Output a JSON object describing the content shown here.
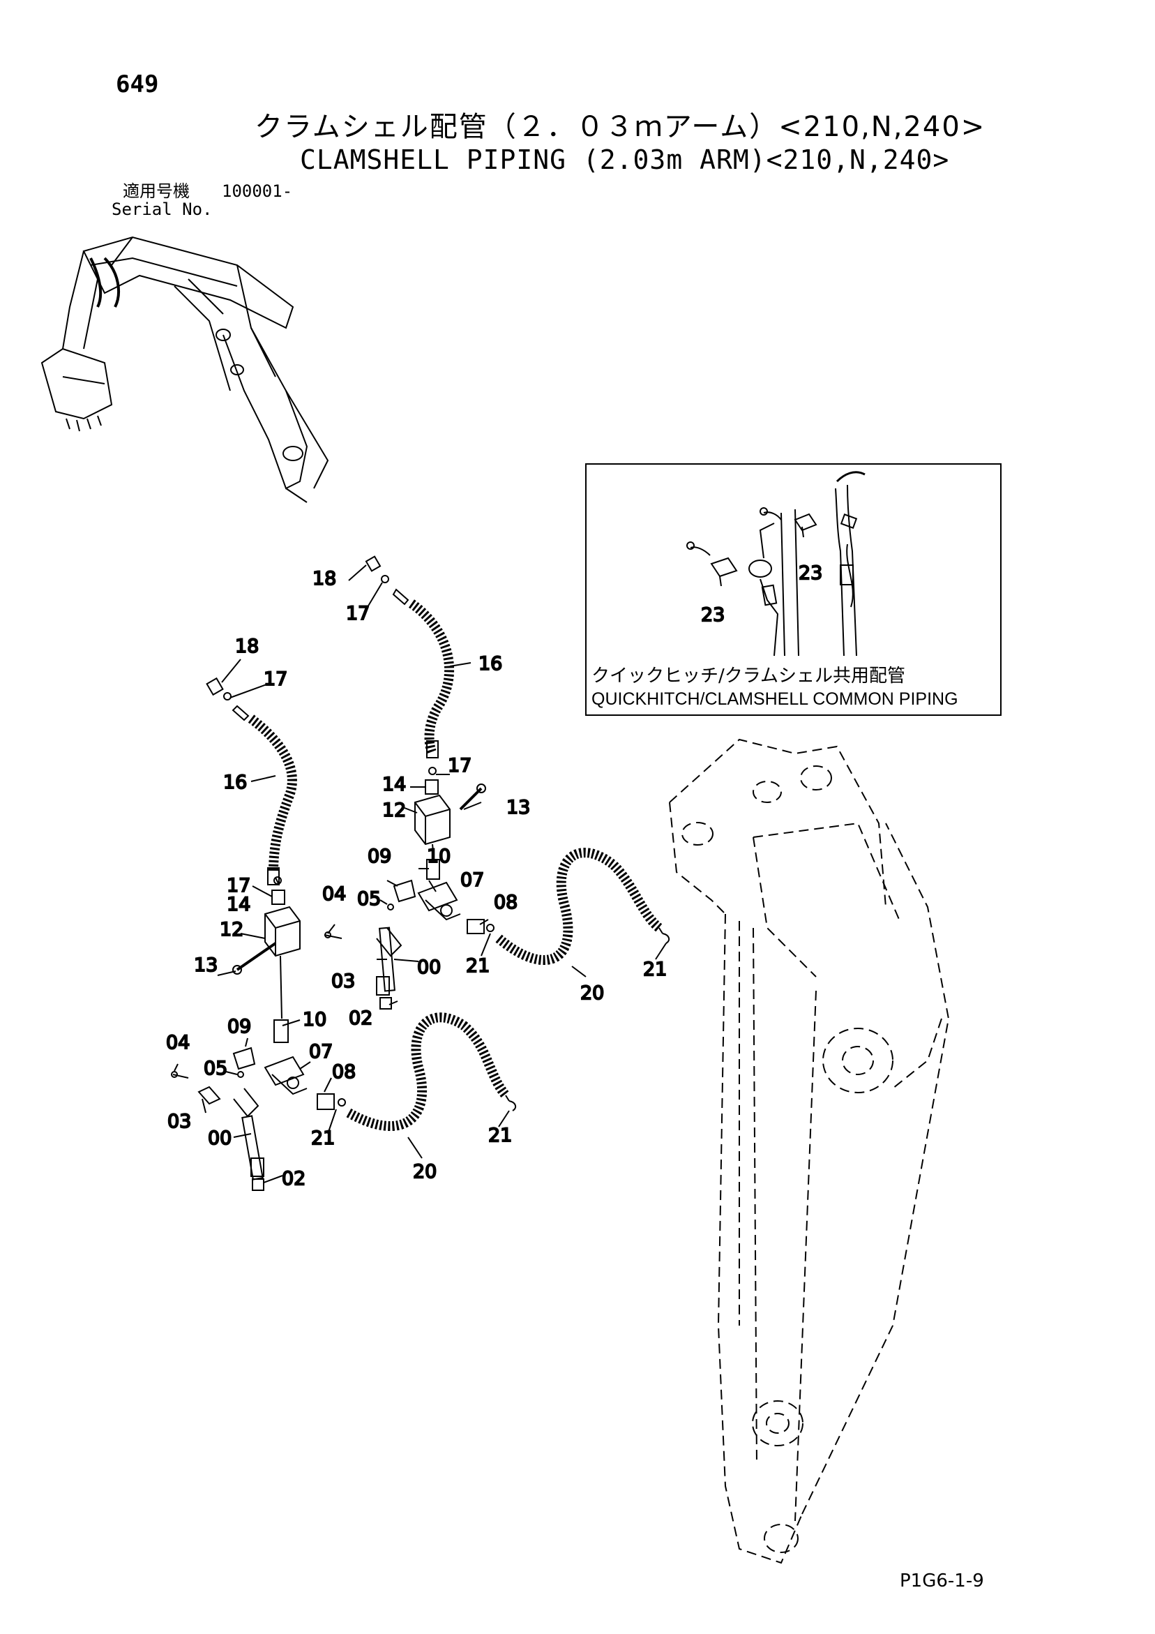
{
  "page": {
    "number": "649",
    "title_jp": "クラムシェル配管（２．０３ｍアーム）<210,N,240>",
    "title_en": "CLAMSHELL PIPING (2.03m ARM)<210,N,240>",
    "serial_jp": "適用号機",
    "serial_value": "100001-",
    "serial_en": "Serial No.",
    "code": "P1G6-1-9"
  },
  "inset": {
    "caption_jp": "クイックヒッチ/クラムシェル共用配管",
    "caption_en": "QUICKHITCH/CLAMSHELL COMMON PIPING",
    "callouts": [
      "23",
      "23"
    ]
  },
  "callouts": {
    "upper_hose_top": [
      "18",
      "17",
      "16"
    ],
    "left_hose_top": [
      "18",
      "17",
      "16"
    ],
    "right_block": [
      "17",
      "14",
      "13",
      "12",
      "10",
      "09",
      "07",
      "05",
      "04",
      "08",
      "03",
      "00",
      "21",
      "02",
      "20",
      "21"
    ],
    "left_block": [
      "17",
      "14",
      "12",
      "13",
      "10",
      "09",
      "04",
      "07",
      "05",
      "08",
      "03",
      "00",
      "21",
      "02",
      "20",
      "21"
    ]
  },
  "colors": {
    "ink": "#000000",
    "paper": "#ffffff"
  }
}
